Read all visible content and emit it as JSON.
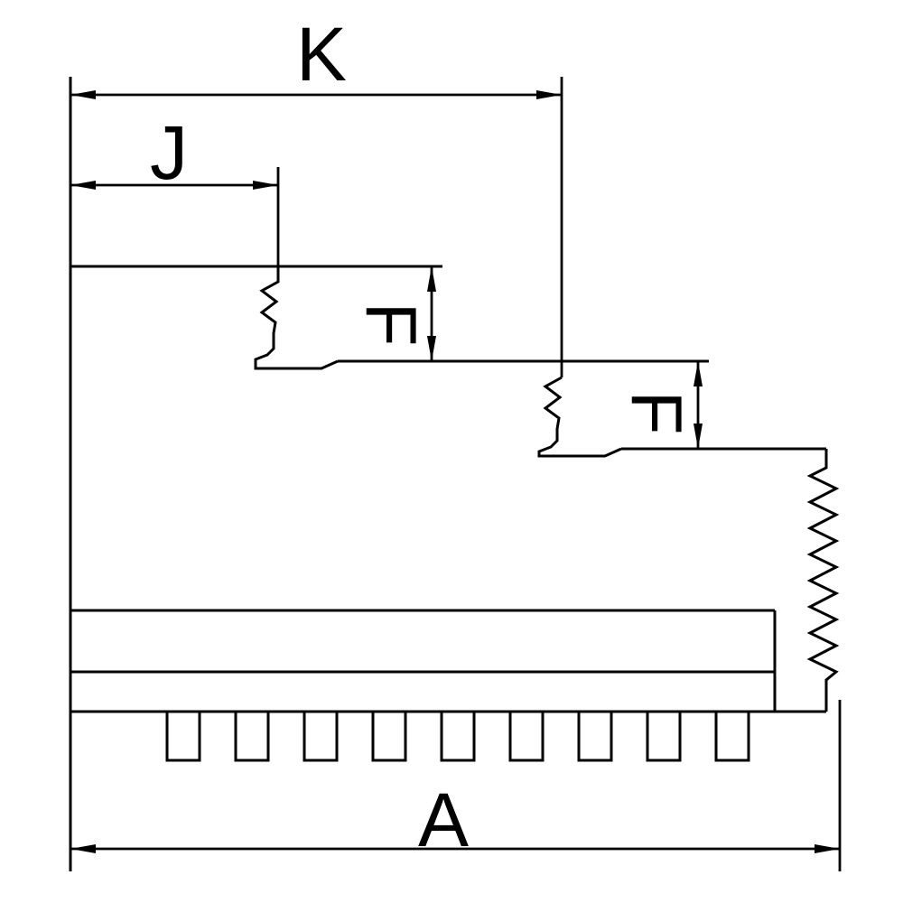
{
  "drawing": {
    "background_color": "#ffffff",
    "line_color": "#000000",
    "labels": {
      "k": "K",
      "j": "J",
      "f_step1": "F",
      "f_step2": "F",
      "a": "A"
    }
  }
}
